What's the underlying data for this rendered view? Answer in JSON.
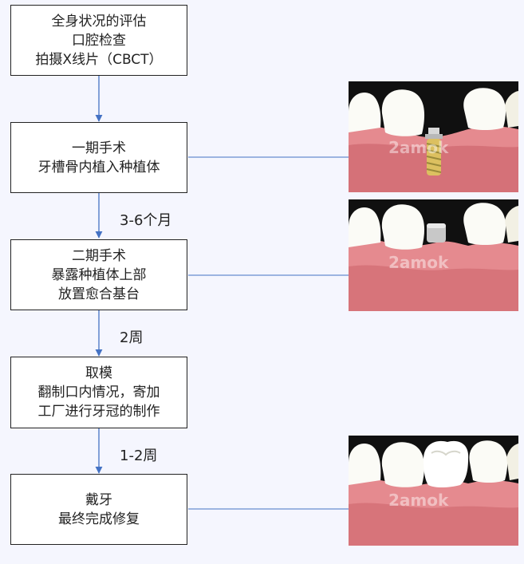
{
  "steps": [
    {
      "lines": [
        "全身状况的评估",
        "口腔检查",
        "拍摄X线片（CBCT）"
      ]
    },
    {
      "lines": [
        "一期手术",
        "牙槽骨内植入种植体"
      ]
    },
    {
      "lines": [
        "二期手术",
        "暴露种植体上部",
        "放置愈合基台"
      ]
    },
    {
      "lines": [
        "取模",
        "翻制口内情况，寄加",
        "工厂进行牙冠的制作"
      ]
    },
    {
      "lines": [
        "戴牙",
        "最终完成修复"
      ]
    }
  ],
  "intervals": [
    "3-6个月",
    "2周",
    "1-2周"
  ],
  "images": [
    {
      "icon": "tooth-implant-screw-illustration",
      "watermark": "2amok"
    },
    {
      "icon": "tooth-healing-abutment-illustration",
      "watermark": "2amok"
    },
    {
      "icon": "tooth-crown-restoration-illustration",
      "watermark": "2amok"
    }
  ],
  "colors": {
    "arrow": "#4472c4",
    "connector": "#4472c4",
    "box_border": "#222222",
    "background": "#f5f6fe",
    "gum": "#e58a8f",
    "tooth": "#fbfbf6"
  }
}
